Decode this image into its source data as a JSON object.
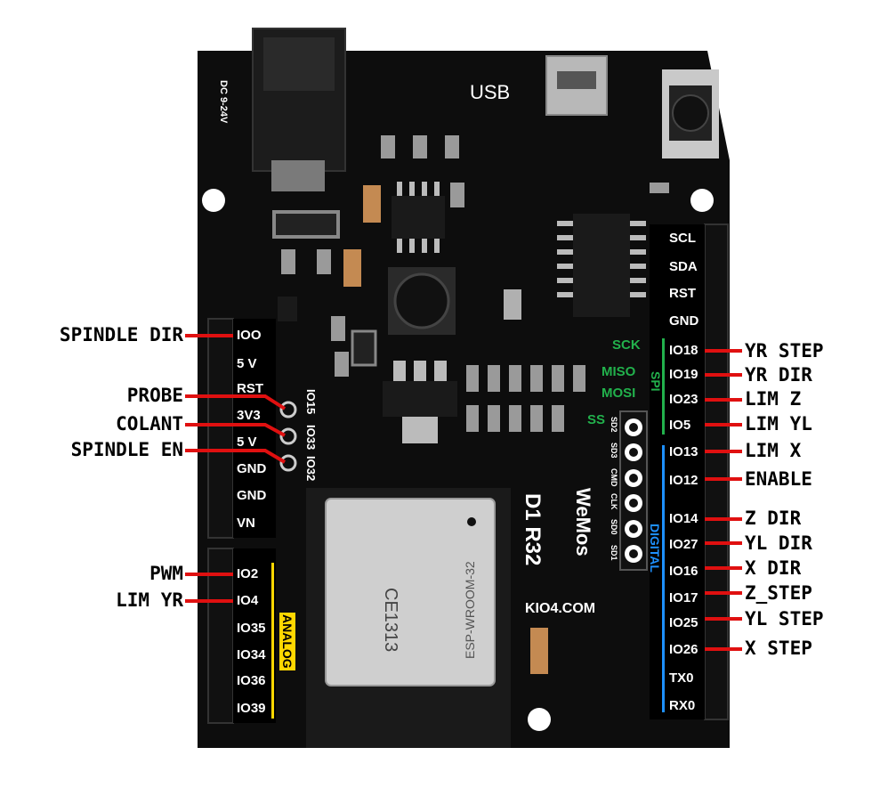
{
  "board": {
    "usb_label": "USB",
    "model_label": "D1 R32",
    "brand_label": "WeMos",
    "site_label": "KIO4.COM",
    "module_label": "ESP-WROOM-32",
    "ce_label": "CE1313",
    "dc_label": "DC 9-24V",
    "spi_label": "SPI",
    "digital_label": "DIGITAL",
    "analog_label": "ANALOG"
  },
  "left_header": [
    "IOO",
    "5 V",
    "RST",
    "3V3",
    "5 V",
    "GND",
    "GND",
    "VN",
    "IO2",
    "IO4",
    "IO35",
    "IO34",
    "IO36",
    "IO39"
  ],
  "right_header": [
    "SCL",
    "SDA",
    "RST",
    "GND",
    "IO18",
    "IO19",
    "IO23",
    "IO5",
    "IO13",
    "IO12",
    "IO14",
    "IO27",
    "IO16",
    "IO17",
    "IO25",
    "IO26",
    "TX0",
    "RX0"
  ],
  "vertical_pins": [
    "IO15",
    "IO33",
    "IO32"
  ],
  "spi_pins": [
    "SCK",
    "MISO",
    "MOSI",
    "SS"
  ],
  "icsp_labels": [
    "SD2",
    "SD3",
    "CMD",
    "CLK",
    "SD0",
    "SD1"
  ],
  "left_callouts": [
    "SPINDLE DIR",
    "PROBE",
    "COLANT",
    "SPINDLE EN",
    "PWM",
    "LIM YR"
  ],
  "right_callouts": [
    "YR STEP",
    "YR DIR",
    "LIM Z",
    "LIM YL",
    "LIM X",
    "ENABLE",
    "Z DIR",
    "YL DIR",
    "X DIR",
    "Z_STEP",
    "YL STEP",
    "X STEP"
  ],
  "colors": {
    "pcb": "#0d0d0d",
    "callout_line": "#e01010",
    "spi": "#22b14c",
    "digital": "#1e90ff",
    "analog": "#ffd700"
  }
}
